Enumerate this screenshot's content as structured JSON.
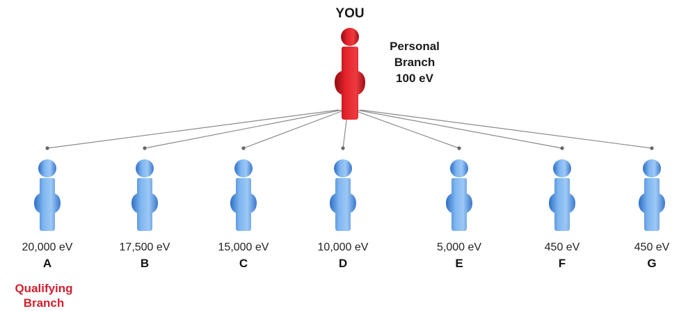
{
  "you": {
    "label": "YOU",
    "personal_branch": [
      "Personal",
      "Branch",
      "100 eV"
    ],
    "color": "#e0202a"
  },
  "branches": [
    {
      "letter": "A",
      "value": "20,000 eV"
    },
    {
      "letter": "B",
      "value": "17,500 eV"
    },
    {
      "letter": "C",
      "value": "15,000 eV"
    },
    {
      "letter": "D",
      "value": "10,000 eV"
    },
    {
      "letter": "E",
      "value": "5,000 eV"
    },
    {
      "letter": "F",
      "value": "450 eV"
    },
    {
      "letter": "G",
      "value": "450 eV"
    }
  ],
  "branch_color": "#5b9be0",
  "qualifying_branch": [
    "Qualifying",
    "Branch"
  ],
  "qualifying_color": "#d1202f",
  "icons": {
    "you": "red-person-icon",
    "branch": "blue-person-icon"
  }
}
